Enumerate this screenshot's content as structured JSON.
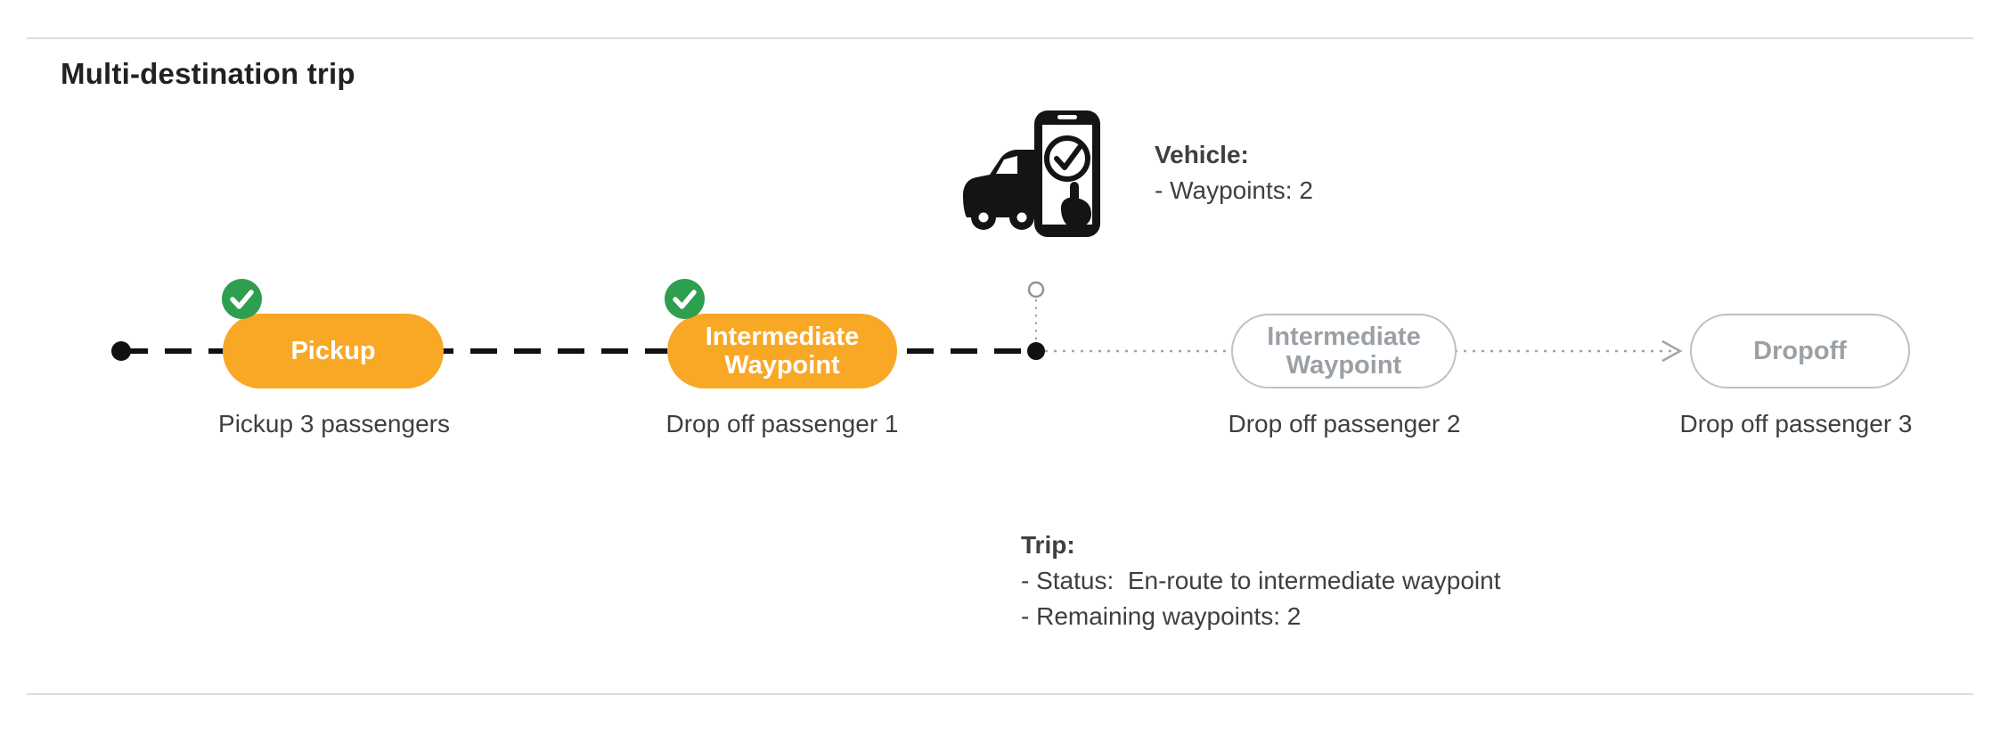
{
  "page": {
    "title": "Multi-destination trip"
  },
  "vehicle_info": {
    "heading": "Vehicle:",
    "items": [
      "- Waypoints: 2"
    ]
  },
  "trip_info": {
    "heading": "Trip:",
    "items": [
      "- Status:  En-route to intermediate waypoint",
      "- Remaining waypoints: 2"
    ]
  },
  "timeline": {
    "stops": [
      {
        "label": "Pickup",
        "description": "Pickup 3 passengers",
        "state": "completed"
      },
      {
        "label": "Intermediate Waypoint",
        "description": "Drop off passenger 1",
        "state": "completed"
      },
      {
        "label": "Intermediate Waypoint",
        "description": "Drop off passenger 2",
        "state": "upcoming"
      },
      {
        "label": "Dropoff",
        "description": "Drop off passenger 3",
        "state": "upcoming"
      }
    ]
  },
  "icons": {
    "completed_badge": "check-circle-icon",
    "vehicle": "car-with-phone-check-icon"
  },
  "colors": {
    "stop_active_orange": "#F9A825",
    "badge_green": "#2E9E4F",
    "upcoming_gray": "#9AA0A6",
    "text_dark": "#3C4043",
    "divider": "#DADCE0"
  }
}
